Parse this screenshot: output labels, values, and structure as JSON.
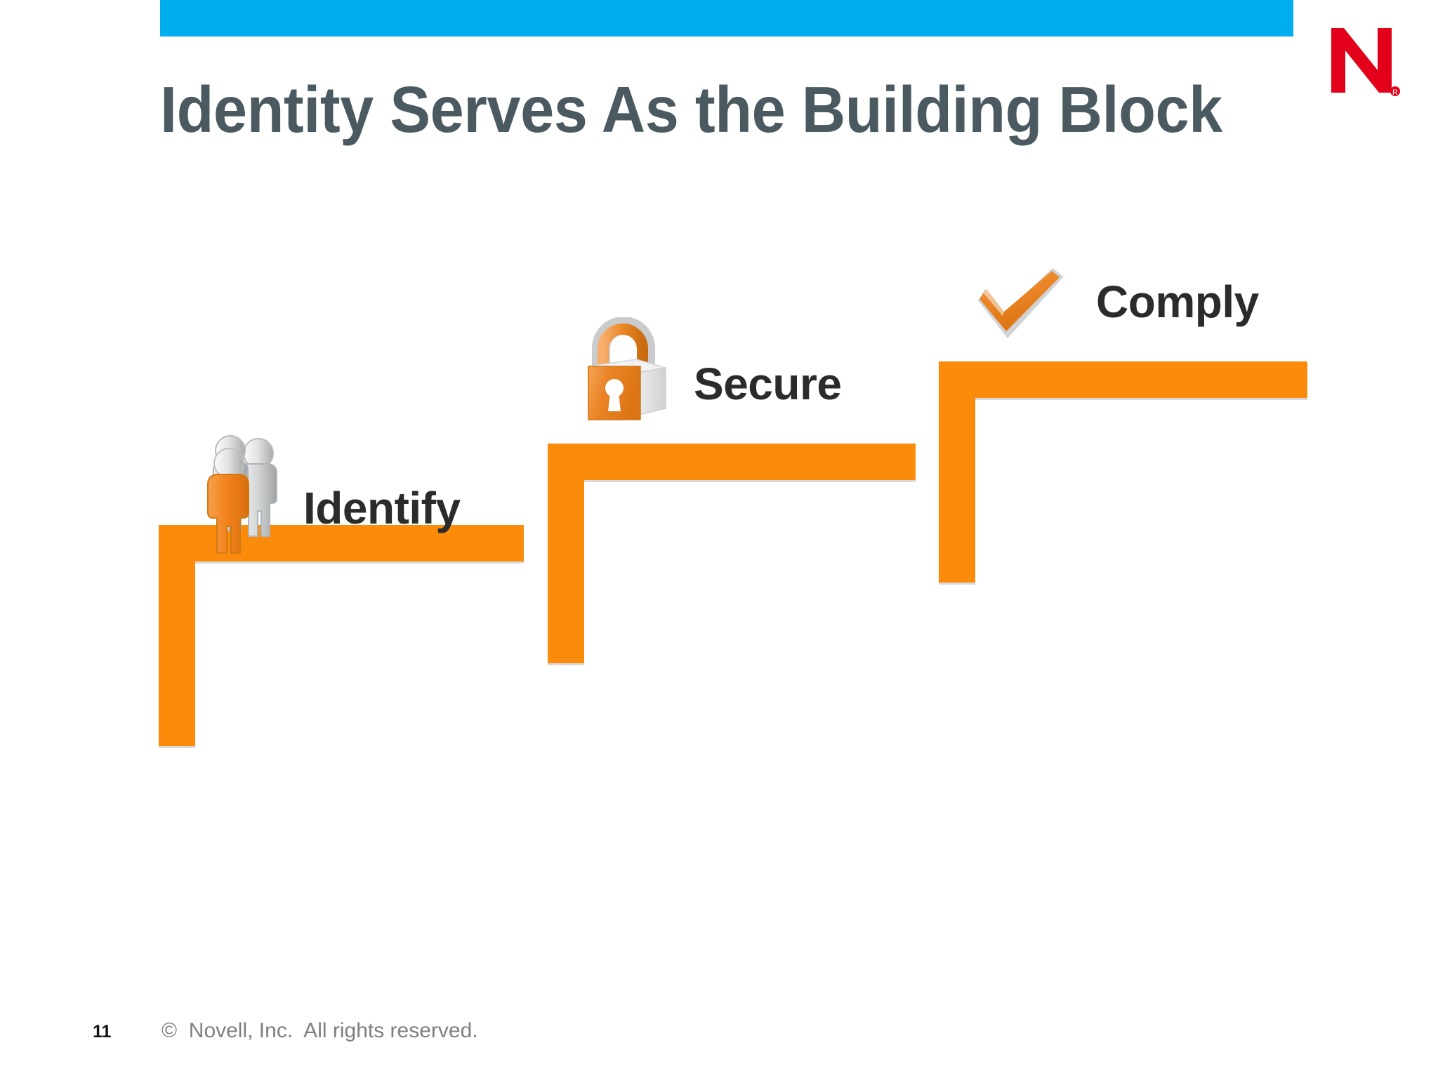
{
  "slide": {
    "title": "Identity Serves As the Building Block",
    "accent_bar_color": "#00AEEF",
    "title_color": "#4A5A60",
    "step_color": "#FB8B0A",
    "step_shadow_color": "#D9D9D9",
    "background_color": "#FFFFFF"
  },
  "logo": {
    "name": "Novell",
    "letter": "N",
    "color": "#E2001A",
    "trademark": "®"
  },
  "steps": [
    {
      "id": "identify",
      "label": "Identify",
      "icon": "people-icon",
      "order": 1,
      "icon_colors": {
        "primary": "#F0831E",
        "secondary": "#BFC1C3"
      }
    },
    {
      "id": "secure",
      "label": "Secure",
      "icon": "padlock-icon",
      "order": 2,
      "icon_colors": {
        "primary": "#E8821E",
        "secondary": "#D8D8D8"
      }
    },
    {
      "id": "comply",
      "label": "Comply",
      "icon": "checkmark-icon",
      "order": 3,
      "icon_colors": {
        "primary": "#E8821E",
        "secondary": "#CCCCCC"
      }
    }
  ],
  "footer": {
    "page_number": "11",
    "copyright": "©  Novell, Inc.  All rights reserved.",
    "copyright_color": "#7F7F7F"
  }
}
